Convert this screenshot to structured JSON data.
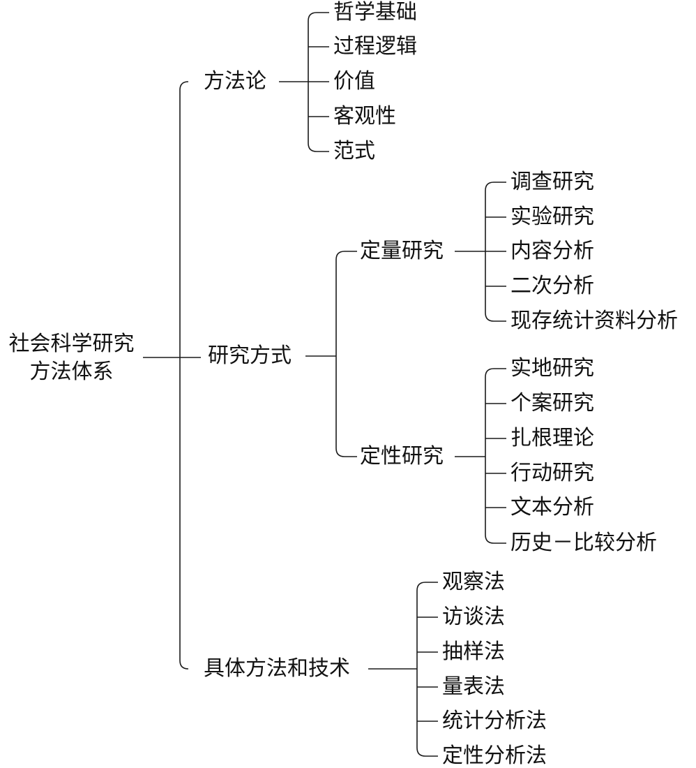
{
  "root": {
    "line1": "社会科学研究",
    "line2": "方法体系"
  },
  "branches": [
    {
      "label": "方法论",
      "children": [
        "哲学基础",
        "过程逻辑",
        "价值",
        "客观性",
        "范式"
      ]
    },
    {
      "label": "研究方式",
      "groups": [
        {
          "label": "定量研究",
          "children": [
            "调查研究",
            "实验研究",
            "内容分析",
            "二次分析",
            "现存统计资料分析"
          ]
        },
        {
          "label": "定性研究",
          "children": [
            "实地研究",
            "个案研究",
            "扎根理论",
            "行动研究",
            "文本分析",
            "历史－比较分析"
          ]
        }
      ]
    },
    {
      "label": "具体方法和技术",
      "children": [
        "观察法",
        "访谈法",
        "抽样法",
        "量表法",
        "统计分析法",
        "定性分析法"
      ]
    }
  ]
}
